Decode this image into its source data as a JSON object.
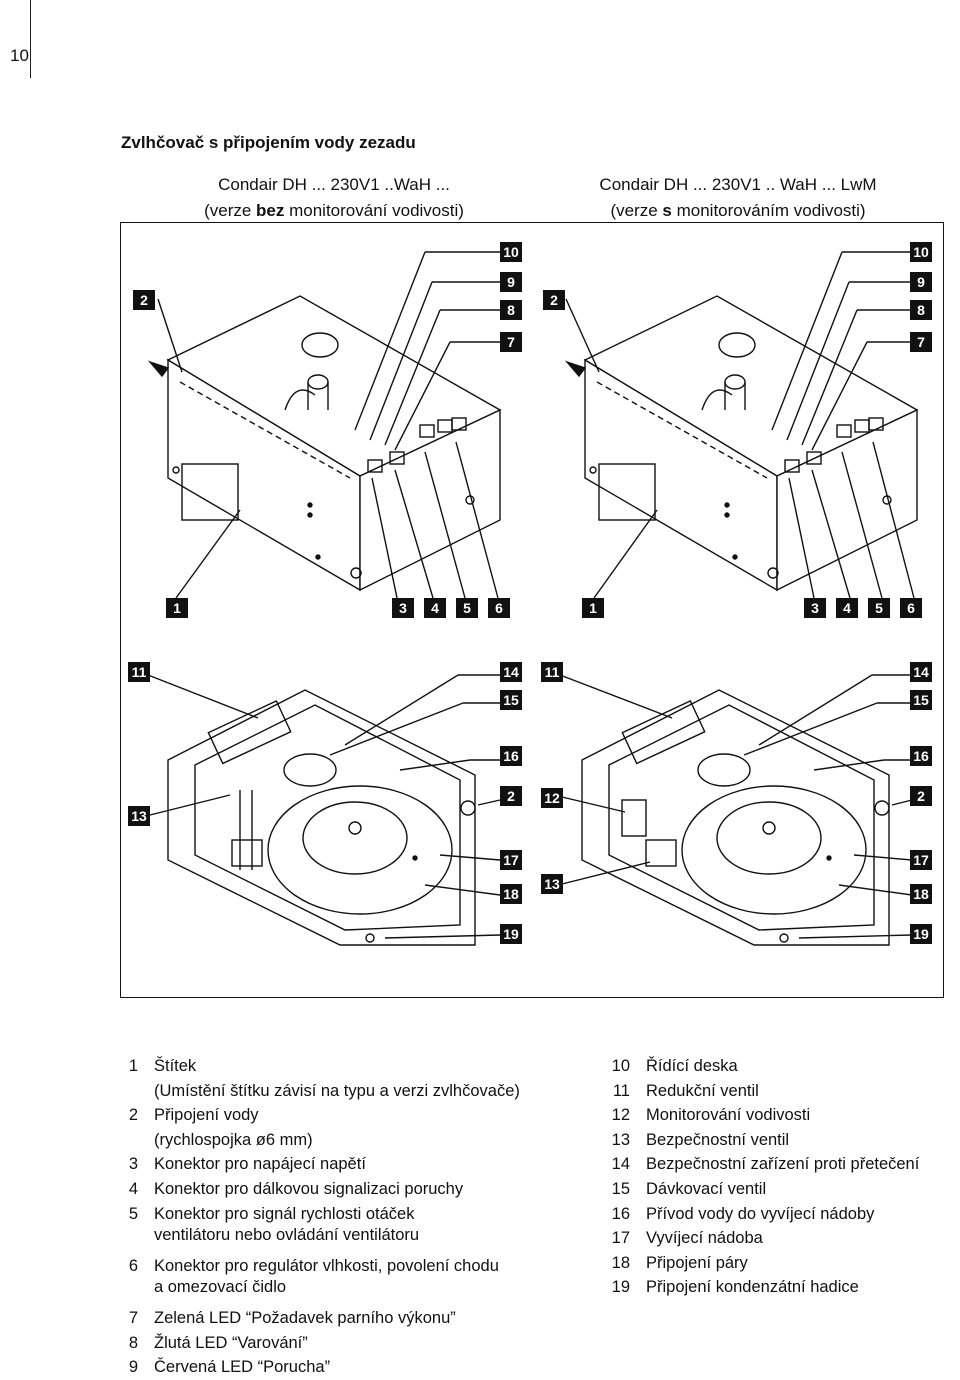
{
  "page_number": "10",
  "section_title": "Zvlhčovač s připojením vody zezadu",
  "columns": [
    {
      "line1": "Condair DH ... 230V1 ..WaH ...",
      "line2_pre": "(verze ",
      "line2_bold": "bez",
      "line2_post": " monitorování vodivosti)"
    },
    {
      "line1": "Condair DH ... 230V1 .. WaH ... LwM",
      "line2_pre": "(verze ",
      "line2_bold": "s",
      "line2_post": " monitorováním vodivosti)"
    }
  ],
  "callouts": {
    "top_left": {
      "a": "2",
      "b": "10",
      "c": "9",
      "d": "8",
      "e": "7",
      "f": "1",
      "g": "3",
      "h": "4",
      "i": "5",
      "j": "6"
    },
    "top_right": {
      "a": "2",
      "b": "10",
      "c": "9",
      "d": "8",
      "e": "7",
      "f": "1",
      "g": "3",
      "h": "4",
      "i": "5",
      "j": "6"
    },
    "bot_left": {
      "a": "11",
      "b": "14",
      "c": "15",
      "d": "16",
      "e": "2",
      "f": "13",
      "g": "17",
      "h": "18",
      "i": "19"
    },
    "bot_right": {
      "a": "11",
      "b": "14",
      "c": "15",
      "d": "16",
      "e": "12",
      "f": "2",
      "g": "13",
      "h": "17",
      "i": "18",
      "j": "19"
    }
  },
  "legend_left": [
    {
      "num": "1",
      "text": "Štítek"
    },
    {
      "num": "",
      "text": "(Umístění štítku závisí na typu a verzi zvlhčovače)"
    },
    {
      "num": "2",
      "text": "Připojení vody"
    },
    {
      "num": "",
      "text": "(rychlospojka ø6 mm)"
    },
    {
      "num": "3",
      "text": "Konektor pro napájecí napětí"
    },
    {
      "num": "4",
      "text": "Konektor pro dálkovou signalizaci poruchy"
    },
    {
      "num": "5",
      "text": "Konektor pro signál rychlosti otáček"
    },
    {
      "num": "",
      "text": "ventilátoru nebo ovládání ventilátoru"
    },
    {
      "num": "6",
      "text": "Konektor pro regulátor vlhkosti, povolení chodu"
    },
    {
      "num": "",
      "text": "a omezovací čidlo"
    },
    {
      "num": "7",
      "text": "Zelená LED “Požadavek parního výkonu”"
    },
    {
      "num": "8",
      "text": "Žlutá LED “Varování”"
    },
    {
      "num": "9",
      "text": "Červená LED “Porucha”"
    }
  ],
  "legend_right": [
    {
      "num": "10",
      "text": "Řídící deska"
    },
    {
      "num": "11",
      "text": "Redukční ventil"
    },
    {
      "num": "12",
      "text": "Monitorování vodivosti"
    },
    {
      "num": "13",
      "text": "Bezpečnostní ventil"
    },
    {
      "num": "14",
      "text": "Bezpečnostní zařízení proti přetečení"
    },
    {
      "num": "15",
      "text": "Dávkovací ventil"
    },
    {
      "num": "16",
      "text": "Přívod vody do vyvíjecí nádoby"
    },
    {
      "num": "17",
      "text": "Vyvíjecí nádoba"
    },
    {
      "num": "18",
      "text": "Připojení páry"
    },
    {
      "num": "19",
      "text": "Připojení kondenzátní hadice"
    }
  ]
}
